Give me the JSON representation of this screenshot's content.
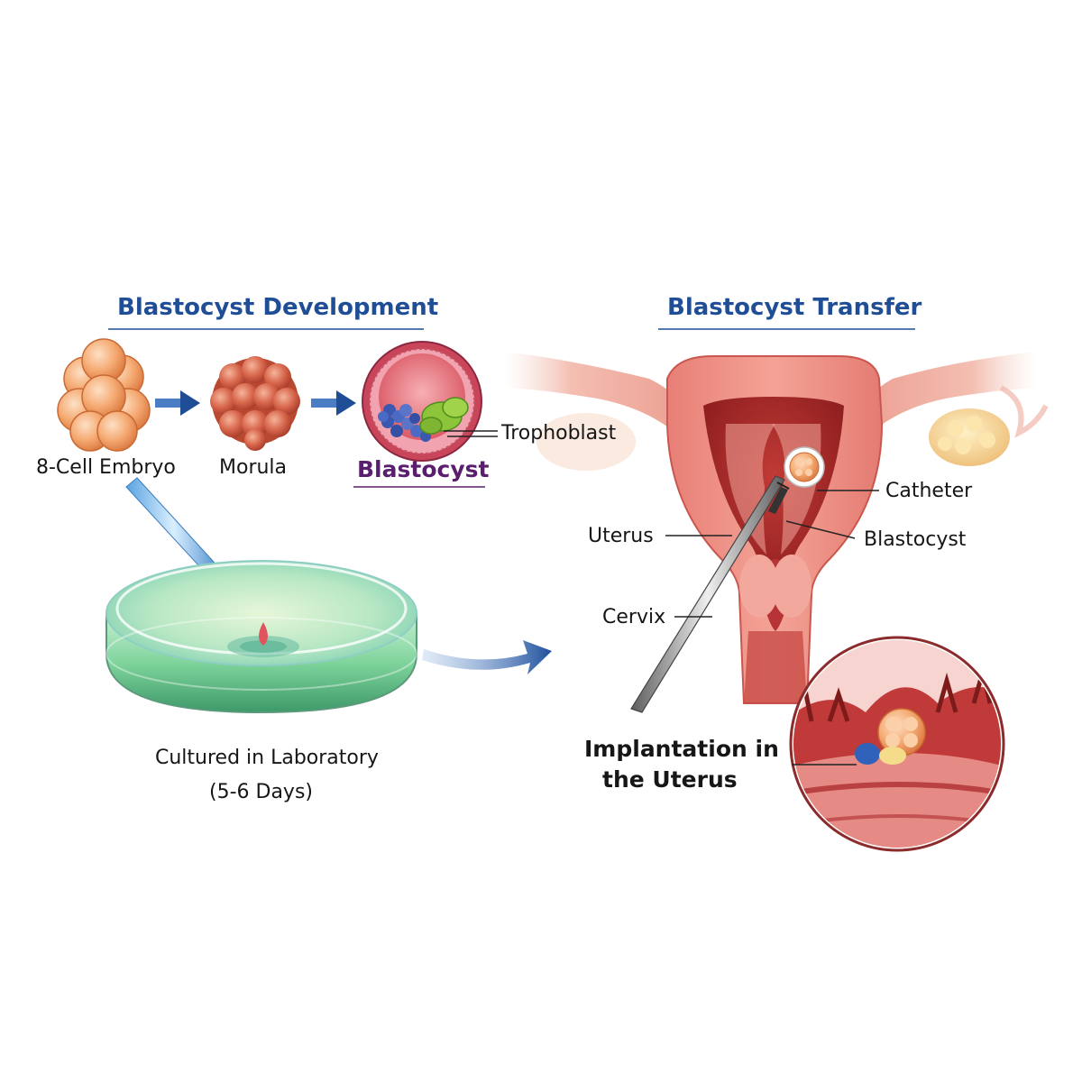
{
  "development": {
    "title": "Blastocyst Development",
    "stage_1": "8-Cell Embryo",
    "stage_2": "Morula",
    "stage_3": "Blastocyst",
    "trophoblast": "Trophoblast",
    "culture_line_1": "Cultured in Laboratory",
    "culture_line_2": "(5-6 Days)"
  },
  "transfer": {
    "title": "Blastocyst Transfer",
    "catheter": "Catheter",
    "uterus": "Uterus",
    "blastocyst": "Blastocyst",
    "cervix": "Cervix",
    "implantation_line_1": "Implantation in",
    "implantation_line_2": "the Uterus"
  },
  "colors": {
    "title_blue": "#1f4e96",
    "blastocyst_purple": "#5a1e6e",
    "arrow_blue": "#2a5ea8",
    "tissue_red": "#d8655e",
    "embryo_orange": "#f2a56f"
  }
}
